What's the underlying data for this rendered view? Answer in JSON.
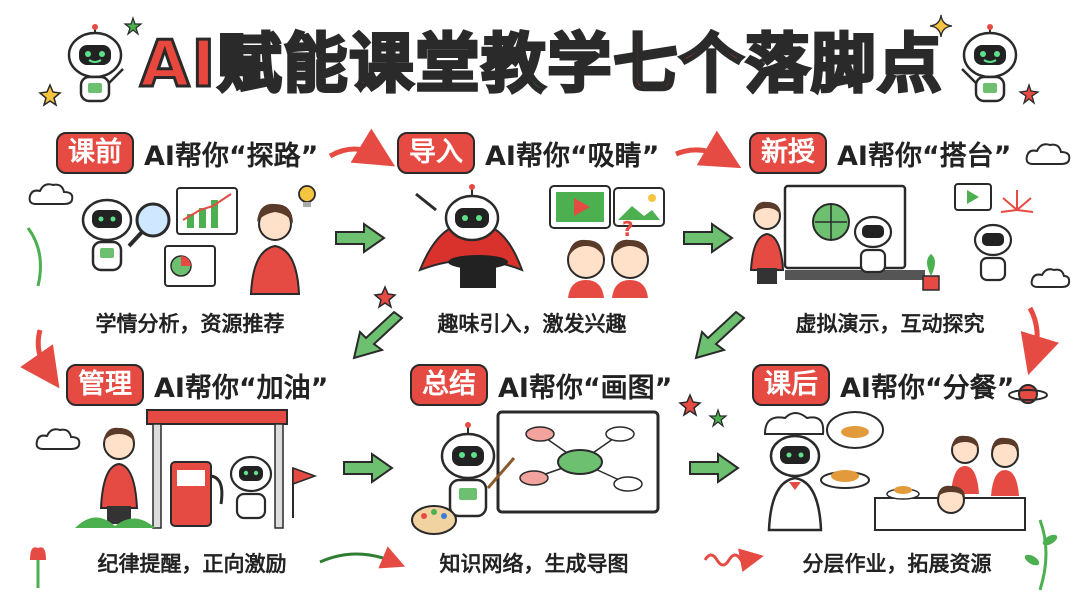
{
  "title": "AI赋能课堂教学七个落脚点",
  "title_parts": [
    "AI",
    "赋能",
    "课堂",
    "教学",
    "七个",
    "落脚点"
  ],
  "colors": {
    "accent_red": "#e54b43",
    "accent_green": "#4caf50",
    "ink": "#2a2a2a"
  },
  "steps": [
    {
      "tag": "课前",
      "subtitle": "AI帮你“探路”",
      "caption": "学情分析，资源推荐"
    },
    {
      "tag": "导入",
      "subtitle": "AI帮你“吸睛”",
      "caption": "趣味引入，激发兴趣"
    },
    {
      "tag": "新授",
      "subtitle": "AI帮你“搭台”",
      "caption": "虚拟演示，互动探究"
    },
    {
      "tag": "管理",
      "subtitle": "AI帮你“加油”",
      "caption": "纪律提醒，正向激励"
    },
    {
      "tag": "总结",
      "subtitle": "AI帮你“画图”",
      "caption": "知识网络，生成导图"
    },
    {
      "tag": "课后",
      "subtitle": "AI帮你“分餐”",
      "caption": "分层作业，拓展资源"
    }
  ]
}
